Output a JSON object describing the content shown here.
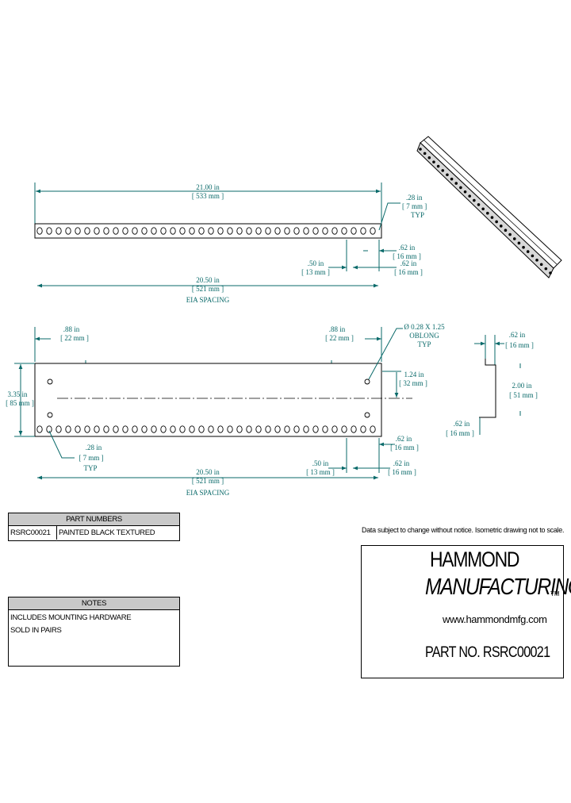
{
  "top_view": {
    "overall_length": "21.00 in",
    "overall_length_mm": "[ 533 mm ]",
    "hole_dia": ".28 in",
    "hole_dia_mm": "[ 7 mm ]",
    "hole_typ": "TYP",
    "edge_offset": ".62 in",
    "edge_offset_mm": "[ 16 mm ]",
    "pitch": ".50 in",
    "pitch_mm": "[ 13 mm ]",
    "offset2": ".62 in",
    "offset2_mm": "[ 16 mm ]",
    "eia_length": "20.50 in",
    "eia_length_mm": "[ 521 mm ]",
    "eia_label": "EIA SPACING"
  },
  "front_view": {
    "left_inset": ".88 in",
    "left_inset_mm": "[ 22 mm ]",
    "right_inset": ".88 in",
    "right_inset_mm": "[ 22 mm ]",
    "oblong": "Ø 0.28 X 1.25",
    "oblong_label": "OBLONG",
    "oblong_typ": "TYP",
    "height": "3.35 in",
    "height_mm": "[ 85 mm ]",
    "slot_height": "1.24 in",
    "slot_height_mm": "[ 32 mm ]",
    "hole_dia": ".28 in",
    "hole_dia_mm": "[ 7 mm ]",
    "hole_typ": "TYP",
    "bottom_offset": ".62 in",
    "bottom_offset_mm": "[ 16 mm ]",
    "pitch": ".50 in",
    "pitch_mm": "[ 13 mm ]",
    "offset2": ".62 in",
    "offset2_mm": "[ 16 mm ]",
    "eia_length": "20.50 in",
    "eia_length_mm": "[ 521 mm ]",
    "eia_label": "EIA SPACING"
  },
  "side_view": {
    "flange": ".62 in",
    "flange_mm": "[ 16 mm ]",
    "depth": "2.00 in",
    "depth_mm": "[ 51 mm ]",
    "base": ".62 in",
    "base_mm": "[ 16 mm ]"
  },
  "part_numbers": {
    "header": "PART NUMBERS",
    "rows": [
      {
        "number": "RSRC00021",
        "description": "PAINTED BLACK TEXTURED"
      }
    ]
  },
  "notes": {
    "header": "NOTES",
    "lines": [
      "INCLUDES MOUNTING HARDWARE",
      "SOLD IN PAIRS"
    ]
  },
  "disclaimer": "Data subject to change without notice. Isometric drawing not to scale.",
  "title_block": {
    "brand_line1": "HAMMOND",
    "brand_line2": "MANUFACTURING",
    "trademark": "TM",
    "website": "www.hammondmfg.com",
    "part_no_label": "PART NO.",
    "part_no": "RSRC00021"
  },
  "colors": {
    "dimension": "#0a6a6a",
    "table_header": "#c9c9c9",
    "line": "#000000"
  }
}
